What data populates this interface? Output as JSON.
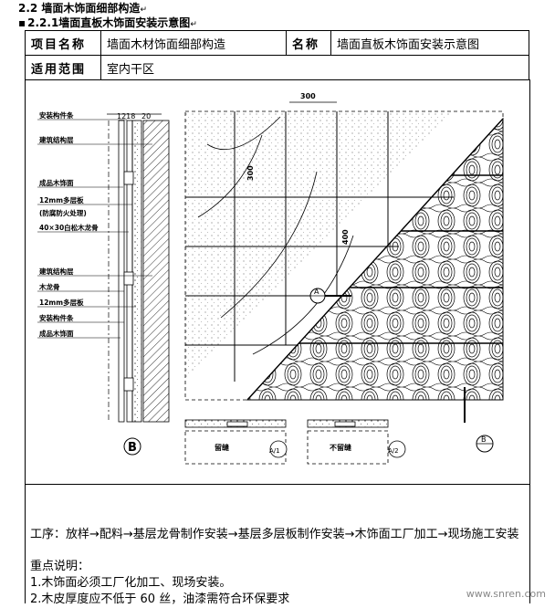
{
  "section": {
    "title": "2.2 墙面木饰面细部构造",
    "subtitle": "2.2.1墙面直板木饰面安装示意图"
  },
  "header_table": {
    "project_label": "项目名称",
    "project_value": "墙面木材饰面细部构造",
    "name_label": "名称",
    "name_value": "墙面直板木饰面安装示意图",
    "scope_label": "适用范围",
    "scope_value": "室内干区"
  },
  "drawing": {
    "callouts_top": [
      "安装构件条",
      "建筑结构层",
      "成品木饰面",
      "12mm多层板",
      "(防腐防火处理)",
      "40×30白松木龙骨"
    ],
    "callouts_bottom": [
      "建筑结构层",
      "木龙骨",
      "12mm多层板",
      "安装构件条",
      "成品木饰面"
    ],
    "dim_top": "300",
    "dim_side_1": "300",
    "dim_side_2": "400",
    "dims_left": [
      "1218",
      "20"
    ],
    "section_mark": "B",
    "marker_a": "A",
    "marker_b": "B",
    "detail_1_label": "留缝",
    "detail_1_tag": "A/1",
    "detail_2_label": "不留缝",
    "detail_2_tag": "A/2"
  },
  "notes": {
    "process": "工序：放样→配料→基层龙骨制作安装→基层多层板制作安装→木饰面工厂加工→现场施工安装",
    "heading": "重点说明：",
    "item1": "1.木饰面必须工厂化加工、现场安装。",
    "item2": "2.木皮厚度应不低于 60 丝，油漆需符合环保要求"
  },
  "watermark": "www.snren.com"
}
